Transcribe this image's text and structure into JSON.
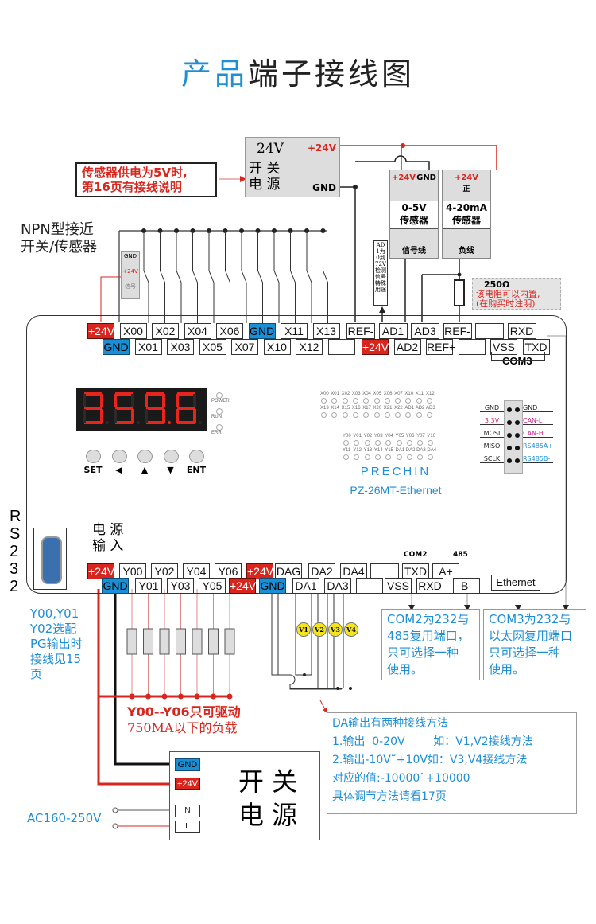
{
  "title": {
    "accent": "产品",
    "rest": "端子接线图"
  },
  "power_note": {
    "line1": "传感器供电为5V时,",
    "line2": "第16页有接线说明"
  },
  "psu_top": {
    "voltage": "24V",
    "line1": "开 关",
    "line2": "电 源",
    "plus": "+24V",
    "gnd": "GND"
  },
  "sensor_05v": {
    "plus": "+24V",
    "gnd": "GND",
    "type": "0-5V",
    "name": "传感器",
    "signal": "信号线"
  },
  "sensor_420": {
    "plus": "+24V",
    "pos": "正",
    "type": "4-20mA",
    "name": "传感器",
    "neg": "负线"
  },
  "ad1_note": "AD1为0到72V检测信号特殊用途",
  "resistor_note": {
    "value": "250Ω",
    "line1": "该电阻可以内置,",
    "line2": "(在购买时注明)"
  },
  "npn_label": {
    "line1": "NPN型接近",
    "line2": "开关/传感器"
  },
  "npn_sensor": {
    "gnd": "GND",
    "plus": "+24V",
    "signal": "信号"
  },
  "top_row_upper": [
    "+24V",
    "X00",
    "X02",
    "X04",
    "X06",
    "GND",
    "X11",
    "X13",
    "REF-",
    "AD1",
    "AD3",
    "REF-",
    "",
    "RXD"
  ],
  "top_row_lower": [
    "GND",
    "X01",
    "X03",
    "X05",
    "X07",
    "X10",
    "X12",
    "",
    "+24V",
    "AD2",
    "REF+",
    "",
    "VSS",
    "TXD"
  ],
  "com3_label": "COM3",
  "display": {
    "value": "359.6",
    "leds": [
      "POWER",
      "RUN",
      "ERR"
    ]
  },
  "keys": [
    "SET",
    "◀",
    "▲",
    "▼",
    "ENT"
  ],
  "io_leds": {
    "row1": [
      "X00",
      "X01",
      "X02",
      "X03",
      "X04",
      "X05",
      "X06",
      "X07",
      "X10",
      "X11",
      "X12"
    ],
    "row2": [
      "X13",
      "X14",
      "X15",
      "X16",
      "X17",
      "X20",
      "X21",
      "X22",
      "AD1",
      "AD2",
      "AD3"
    ],
    "row3": [
      "Y00",
      "Y01",
      "Y02",
      "Y03",
      "Y04",
      "Y05",
      "Y06",
      "Y07",
      "Y10"
    ],
    "row4": [
      "Y11",
      "Y12",
      "Y13",
      "Y14",
      "Y15",
      "DA1",
      "DA2",
      "DA3",
      "DA4"
    ]
  },
  "brand": "PRECHIN",
  "model": "PZ-26MT-Ethernet",
  "header_pins": {
    "left": [
      "GND",
      "3.3V",
      "MOSI",
      "MISO",
      "SCLK"
    ],
    "right": [
      "GND",
      "CAN-L",
      "CAN-H",
      "RS485A+",
      "RS485B-"
    ]
  },
  "rs232_label": [
    "R",
    "S",
    "2",
    "3",
    "2"
  ],
  "power_input_label": {
    "line1": "电 源",
    "line2": "输 入"
  },
  "bottom_row_upper": [
    "+24V",
    "Y00",
    "Y02",
    "Y04",
    "Y06",
    "+24V",
    "DAG",
    "DA2",
    "DA4",
    "",
    "TXD",
    "A+"
  ],
  "bottom_row_lower": [
    "GND",
    "Y01",
    "Y03",
    "Y05",
    "+24V",
    "GND",
    "DA1",
    "DA3",
    "",
    "VSS",
    "RXD",
    "B-"
  ],
  "com2_label": "COM2",
  "label_485": "485",
  "ethernet_label": "Ethernet",
  "pg_note": [
    "Y00,Y01",
    "Y02选配",
    "PG输出时",
    "接线见15",
    "页"
  ],
  "voltmeters": [
    "V1",
    "V2",
    "V3",
    "V4"
  ],
  "com2_note": [
    "COM2为232与",
    "485复用端口，",
    "只可选择一种",
    "使用。"
  ],
  "com3_note": [
    "COM3为232与",
    "以太网复用端口",
    "只可选择一种",
    "使用。"
  ],
  "load_note": {
    "line1": "Y00--Y06只可驱动",
    "line2": "750MA以下的负载"
  },
  "da_note": [
    "DA输出有两种接线方法",
    "1.输出  0-20V        如：V1,V2接线方法",
    "2.输出-10V˜+10V如：V3,V4接线方法",
    "对应的值:-10000˜+10000",
    "具体调节方法请看17页"
  ],
  "psu_bottom": {
    "gnd": "GND",
    "plus": "+24V",
    "n": "N",
    "l": "L",
    "line1": "开 关",
    "line2": "电 源"
  },
  "ac_label": "AC160-250V"
}
